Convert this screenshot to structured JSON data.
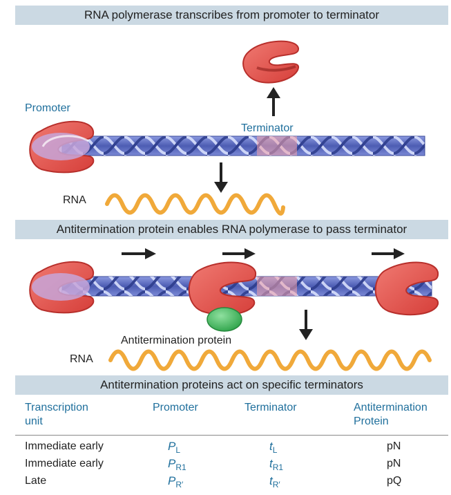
{
  "panel1": {
    "banner": "RNA polymerase transcribes from promoter to terminator",
    "promoter_label": "Promoter",
    "terminator_label": "Terminator",
    "rna_label": "RNA"
  },
  "panel2": {
    "banner": "Antitermination protein enables RNA polymerase to pass terminator",
    "antitermination_label": "Antitermination protein",
    "rna_label": "RNA"
  },
  "table": {
    "banner": "Antitermination proteins act on specific terminators",
    "headers": {
      "unit_line1": "Transcription",
      "unit_line2": "unit",
      "promoter": "Promoter",
      "terminator": "Terminator",
      "protein_line1": "Antitermination",
      "protein_line2": "Protein"
    },
    "rows": [
      {
        "unit": "Immediate early",
        "promoter_main": "P",
        "promoter_sub": "L",
        "terminator_main": "t",
        "terminator_sub": "L",
        "protein": "pN"
      },
      {
        "unit": "Immediate early",
        "promoter_main": "P",
        "promoter_sub": "R1",
        "terminator_main": "t",
        "terminator_sub": "R1",
        "protein": "pN"
      },
      {
        "unit": "Late",
        "promoter_main": "P",
        "promoter_sub": "R′",
        "terminator_main": "t",
        "terminator_sub": "R′",
        "protein": "pQ"
      }
    ]
  },
  "colors": {
    "banner_bg": "#cbd9e3",
    "polymerase": "#e2534d",
    "dna": "#5566b8",
    "rna": "#f0a93a",
    "antitermination_protein": "#3cb55a",
    "label_blue": "#1f6f9c"
  }
}
